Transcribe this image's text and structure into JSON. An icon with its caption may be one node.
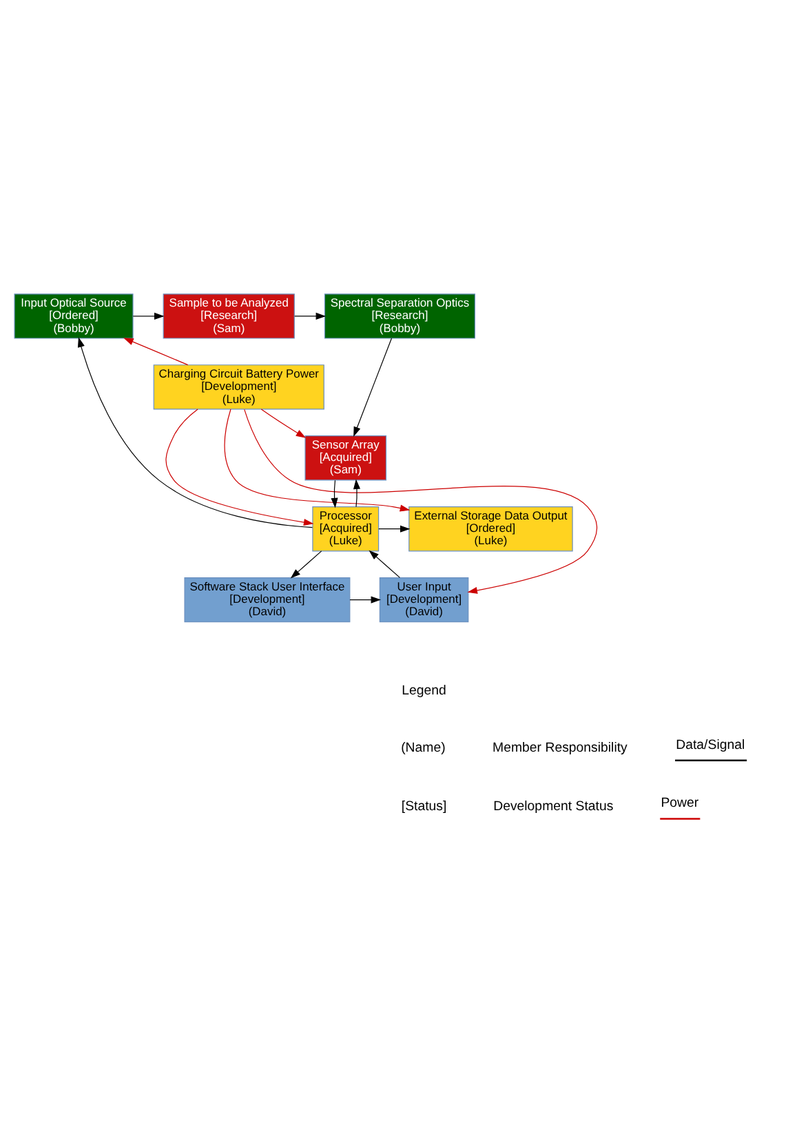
{
  "diagram": {
    "nodes": [
      {
        "text": [
          "Input Optical Source",
          "[Ordered]",
          "(Bobby)"
        ]
      },
      {
        "text": [
          "Sample to be Analyzed",
          "[Research]",
          "(Sam)"
        ]
      },
      {
        "text": [
          "Spectral Separation Optics",
          "[Research]",
          "(Bobby)"
        ]
      },
      {
        "text": [
          "Charging Circuit Battery Power",
          "[Development]",
          "(Luke)"
        ]
      },
      {
        "text": [
          "Sensor Array",
          "[Acquired]",
          "(Sam)"
        ]
      },
      {
        "text": [
          "Processor",
          "[Acquired]",
          "(Luke)"
        ]
      },
      {
        "text": [
          "External Storage Data Output",
          "[Ordered]",
          "(Luke)"
        ]
      },
      {
        "text": [
          "User Input",
          "[Development]",
          "(David)"
        ]
      },
      {
        "text": [
          "Software Stack User Interface",
          "[Development]",
          "(David)"
        ]
      }
    ],
    "edges": [
      {
        "from": 0,
        "to": 1,
        "arrow": "to"
      },
      {
        "from": 1,
        "to": 2,
        "arrow": "to"
      },
      {
        "from": 2,
        "to": 4,
        "arrow": "to"
      },
      {
        "from": 4,
        "to": 5,
        "arrow": "to"
      },
      {
        "from": 5,
        "to": 4,
        "arrow": "to"
      },
      {
        "from": 5,
        "to": 0,
        "arrow": "to"
      },
      {
        "from": 5,
        "to": 6,
        "arrow": "to"
      },
      {
        "from": 5,
        "to": 8,
        "arrow": "to"
      },
      {
        "from": 7,
        "to": 5,
        "arrow": "to"
      },
      {
        "from": 8,
        "to": 7,
        "arrow": "to"
      },
      {
        "from": 3,
        "to": 0,
        "arrow": "to",
        "color": "#cc0000"
      },
      {
        "from": 3,
        "to": 5,
        "arrow": "to",
        "color": "#cc0000"
      },
      {
        "from": 3,
        "to": 4,
        "arrow": "to",
        "color": "#cc0000"
      },
      {
        "from": 3,
        "to": 6,
        "arrow": "to",
        "color": "#cc0000"
      },
      {
        "from": 3,
        "to": 7,
        "arrow": "to",
        "color": "#cc0000"
      }
    ],
    "labels": [
      "Legend",
      "(Name)",
      "Member Responsibility",
      "[Status]",
      "Development Status"
    ],
    "legend": [
      {
        "text": "Data/Signal"
      },
      {
        "text": "Power"
      }
    ]
  }
}
